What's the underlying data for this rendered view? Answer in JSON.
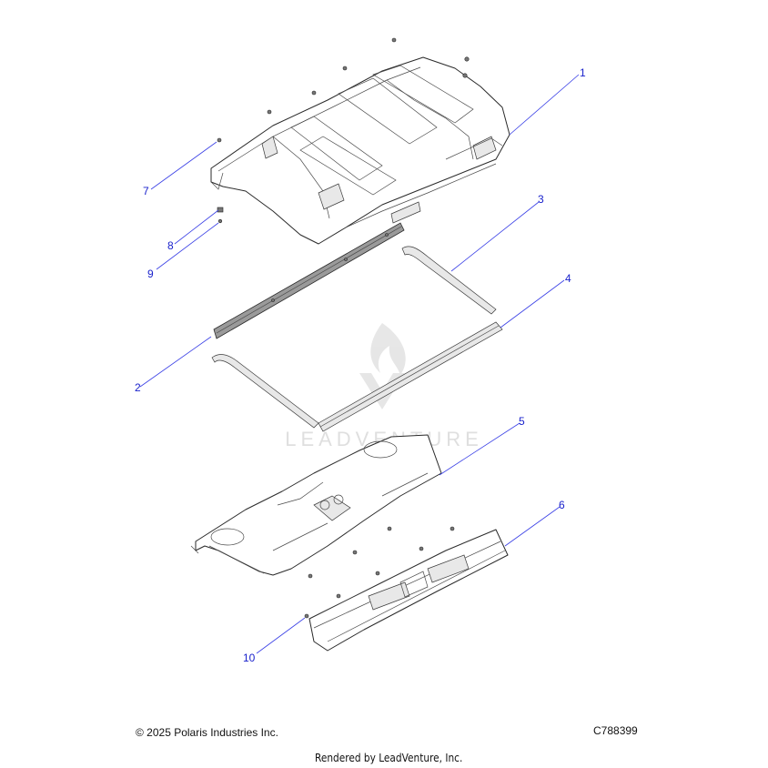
{
  "diagram": {
    "callouts": [
      {
        "id": "1",
        "label": "1"
      },
      {
        "id": "2",
        "label": "2"
      },
      {
        "id": "3",
        "label": "3"
      },
      {
        "id": "4",
        "label": "4"
      },
      {
        "id": "5",
        "label": "5"
      },
      {
        "id": "6",
        "label": "6"
      },
      {
        "id": "7",
        "label": "7"
      },
      {
        "id": "8",
        "label": "8"
      },
      {
        "id": "9",
        "label": "9"
      },
      {
        "id": "10",
        "label": "10"
      }
    ],
    "watermark": "LEADVENTURE"
  },
  "footer": {
    "copyright": "© 2025 Polaris Industries Inc.",
    "drawing_number": "C788399",
    "rendered_by": "Rendered by LeadVenture, Inc."
  },
  "colors": {
    "callout": "#1a22cc",
    "leader": "#3a40e6",
    "linework": "#2a2a2a"
  }
}
